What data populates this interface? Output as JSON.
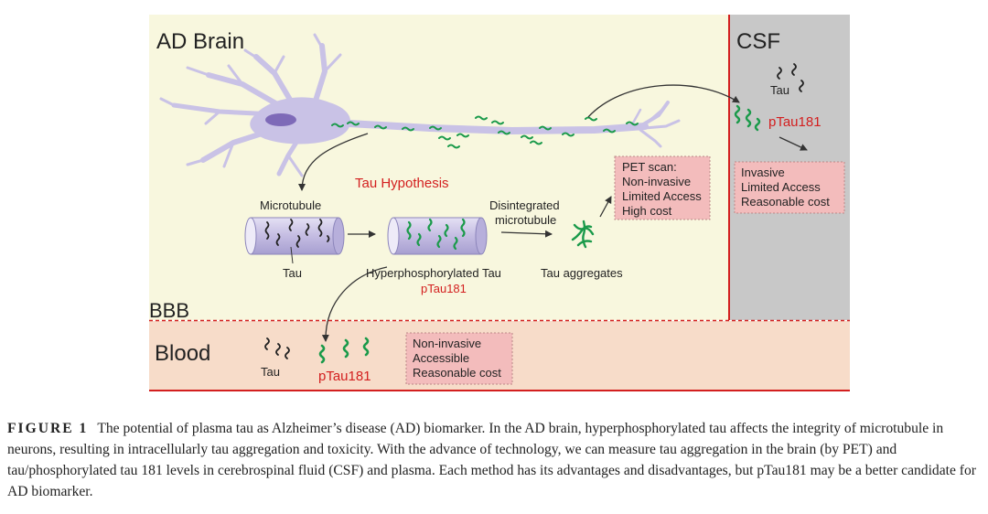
{
  "regions": {
    "brain_label": "AD Brain",
    "csf_label": "CSF",
    "bbb_label": "BBB",
    "blood_label": "Blood"
  },
  "brain": {
    "hypothesis_label": "Tau Hypothesis",
    "microtubule_label": "Microtubule",
    "tau_label": "Tau",
    "hyper_tau_label": "Hyperphosphorylated Tau",
    "hyper_ptau_label": "pTau181",
    "disintegrated_line1": "Disintegrated",
    "disintegrated_line2": "microtubule",
    "aggregates_label": "Tau aggregates",
    "pet_box": [
      "PET scan:",
      "Non-invasive",
      "Limited Access",
      "High cost"
    ]
  },
  "csf": {
    "tau_label": "Tau",
    "ptau_label": "pTau181",
    "box": [
      "Invasive",
      "Limited Access",
      "Reasonable cost"
    ]
  },
  "blood": {
    "tau_label": "Tau",
    "ptau_label": "pTau181",
    "box": [
      "Non-invasive",
      "Accessible",
      "Reasonable cost"
    ]
  },
  "colors": {
    "brain_bg": "#f8f7de",
    "csf_bg": "#c8c8c8",
    "blood_bg": "#f7dcc9",
    "accent_red": "#d31f1f",
    "box_fill": "#f3bcbc",
    "neuron": "#c9c2e6",
    "nucleus": "#7e6ab8",
    "ptau_green": "#1a9a4a"
  },
  "caption": {
    "label": "FIGURE 1",
    "text": "The potential of plasma tau as Alzheimer’s disease (AD) biomarker. In the AD brain, hyperphosphorylated tau affects the integrity of microtubule in neurons, resulting in intracellularly tau aggregation and toxicity. With the advance of technology, we can measure tau aggregation in the brain (by PET) and tau/phosphorylated tau 181 levels in cerebrospinal fluid (CSF) and plasma. Each method has its advantages and disadvantages, but pTau181 may be a better candidate for AD biomarker."
  }
}
